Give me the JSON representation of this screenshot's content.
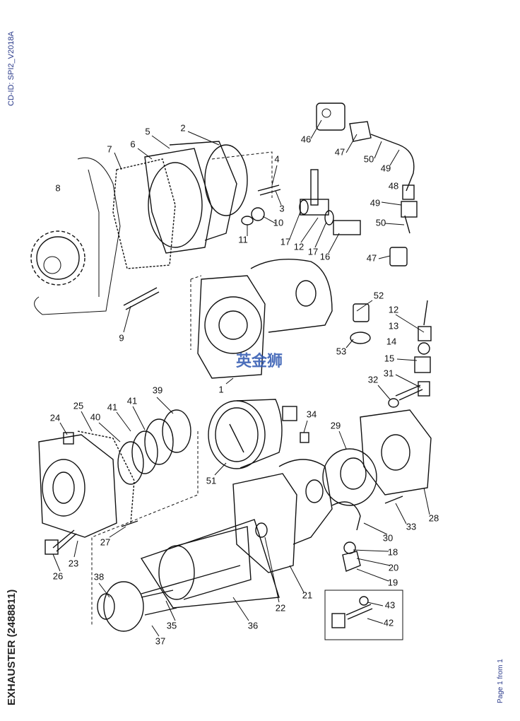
{
  "header": {
    "cd_id": "CD-ID: SPI2_V2018A"
  },
  "title": "EXHAUSTER (2488811)",
  "footer": {
    "page": "Page 1 from 1"
  },
  "watermark": "英金狮",
  "callouts": [
    "2",
    "5",
    "6",
    "7",
    "4",
    "8",
    "46",
    "47",
    "50",
    "49",
    "48",
    "49",
    "50",
    "3",
    "10",
    "11",
    "17",
    "12",
    "17",
    "16",
    "47",
    "9",
    "52",
    "12",
    "13",
    "14",
    "53",
    "15",
    "31",
    "32",
    "1",
    "39",
    "25",
    "41",
    "24",
    "40",
    "41",
    "34",
    "29",
    "51",
    "28",
    "33",
    "30",
    "18",
    "27",
    "23",
    "20",
    "26",
    "19",
    "38",
    "21",
    "22",
    "43",
    "35",
    "36",
    "42",
    "37"
  ]
}
